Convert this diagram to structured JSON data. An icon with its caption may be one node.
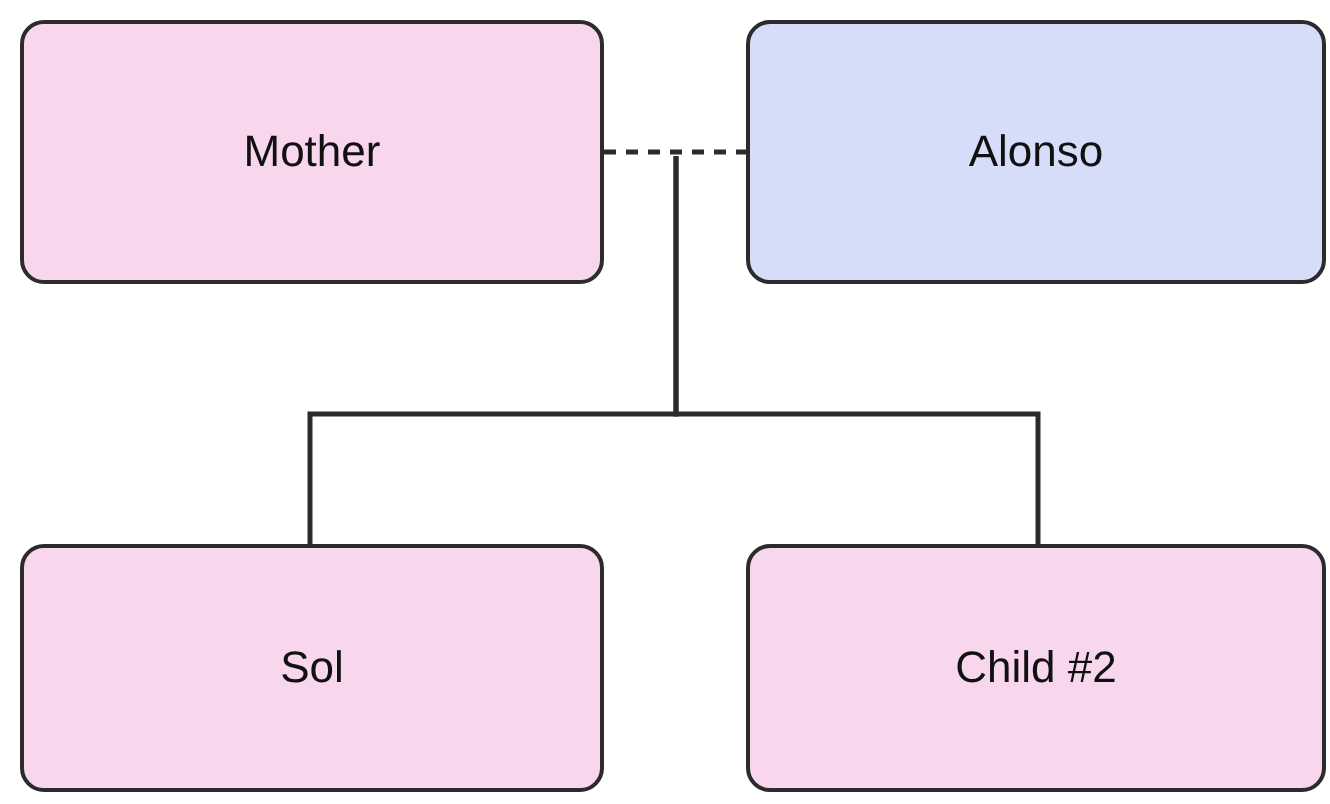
{
  "diagram": {
    "nodes": [
      {
        "text": [
          "Mother"
        ]
      },
      {
        "text": [
          "Alonso"
        ]
      },
      {
        "text": [
          "Sol"
        ]
      },
      {
        "text": [
          "Child #2"
        ]
      }
    ],
    "edges": [
      {
        "from": 0,
        "to": 1,
        "arrow": "none",
        "style": "dashed"
      },
      {
        "from": null,
        "to": 2,
        "arrow": "none"
      },
      {
        "from": null,
        "to": 3,
        "arrow": "none"
      }
    ]
  }
}
